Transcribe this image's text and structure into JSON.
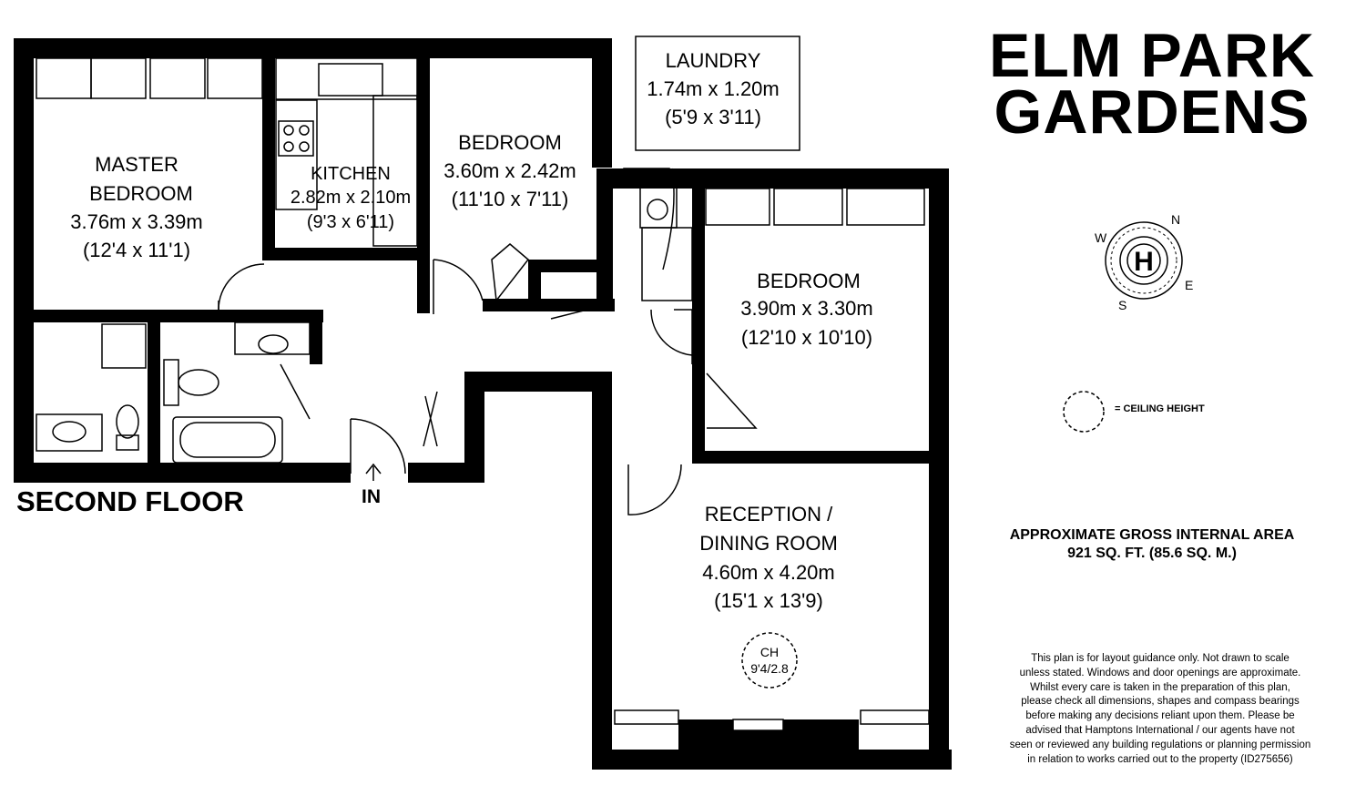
{
  "property": {
    "title_line1": "ELM PARK",
    "title_line2": "GARDENS",
    "floor_label": "SECOND FLOOR",
    "entrance_label": "IN"
  },
  "rooms": {
    "master_bedroom": {
      "name_line1": "MASTER",
      "name_line2": "BEDROOM",
      "metric": "3.76m x 3.39m",
      "imperial": "(12'4 x 11'1)"
    },
    "kitchen": {
      "name": "KITCHEN",
      "metric": "2.82m x 2.10m",
      "imperial": "(9'3 x 6'11)"
    },
    "bedroom_2": {
      "name": "BEDROOM",
      "metric": "3.60m x 2.42m",
      "imperial": "(11'10 x 7'11)"
    },
    "laundry": {
      "name": "LAUNDRY",
      "metric": "1.74m x 1.20m",
      "imperial": "(5'9 x 3'11)"
    },
    "bedroom_3": {
      "name": "BEDROOM",
      "metric": "3.90m x 3.30m",
      "imperial": "(12'10 x 10'10)"
    },
    "reception": {
      "name_line1": "RECEPTION /",
      "name_line2": "DINING ROOM",
      "metric": "4.60m x 4.20m",
      "imperial": "(15'1 x 13'9)"
    }
  },
  "ceiling_height": {
    "abbr": "CH",
    "value": "9'4/2.8"
  },
  "compass": {
    "north": "N",
    "east": "E",
    "south": "S",
    "west": "W",
    "center": "H"
  },
  "legend": {
    "text": "= CEILING HEIGHT"
  },
  "area": {
    "line1": "APPROXIMATE GROSS INTERNAL AREA",
    "line2": "921 SQ. FT. (85.6 SQ. M.)"
  },
  "disclaimer": {
    "lines": [
      "This plan is for layout guidance only. Not drawn to scale",
      "unless stated. Windows and door openings are approximate.",
      "Whilst every care is taken in the preparation of this plan,",
      "please check all dimensions, shapes and compass bearings",
      "before making any decisions reliant upon them. Please be",
      "advised that Hamptons International / our agents have not",
      "seen or reviewed any building regulations or planning permission",
      "in relation to works carried out to the property (ID275656)"
    ]
  },
  "colors": {
    "wall": "#000000",
    "background": "#ffffff",
    "line": "#000000"
  }
}
